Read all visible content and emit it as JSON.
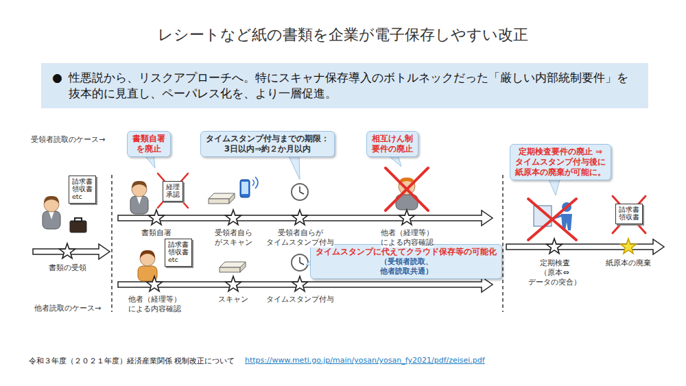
{
  "diagram": {
    "title": "レシートなど紙の書類を企業が電子保存しやすい改正",
    "caption": "令和３年度（２０２１年度）経済産業関係 税制改正について",
    "nodes": [
      {
        "text": [
          "性悪説から、リスクアプローチへ。特にスキャナ保存導入のボトルネックだった「厳しい内部統制要件」を抜本的に見直し、ペーパレス化を、より一層促進。"
        ]
      },
      {
        "text": [
          "書類自署 を廃止"
        ]
      },
      {
        "text": [
          "タイムスタンプ付与までの期限： 3日以内⇒約２か月以内"
        ]
      },
      {
        "text": [
          "相互けん制 要件の廃止"
        ]
      },
      {
        "text": [
          "タイムスタンプに代えてクラウド保存等の可能化",
          "（受領者読取、他者読取共通）"
        ]
      },
      {
        "text": [
          "定期検査要件の廃止 ⇒タイムスタンプ付与後に 紙原本の廃棄が可能に。"
        ]
      },
      {
        "text": [
          "請求書 領収書 etc"
        ]
      },
      {
        "text": [
          "経理 承認"
        ]
      },
      {
        "text": [
          "請求書 領収書 etc"
        ]
      },
      {
        "text": [
          "請求書 領収書"
        ]
      }
    ],
    "labels": [
      "受領者読取のケース→",
      "他者読取のケース→",
      "書類の受領",
      "書類自署",
      "受領者自ら がスキャン",
      "受領者自らが タイムスタンプ付与",
      "他者（経理等） による内容確認",
      "他者（経理等） による内容確認",
      "スキャン",
      "タイムスタンプ付与",
      "定期検査 （原本⇔データの突合）",
      "紙原本の廃棄",
      "https://www.meti.go.jp/main/yosan/yosan_fy2021/pdf/zeisei.pdf"
    ]
  }
}
